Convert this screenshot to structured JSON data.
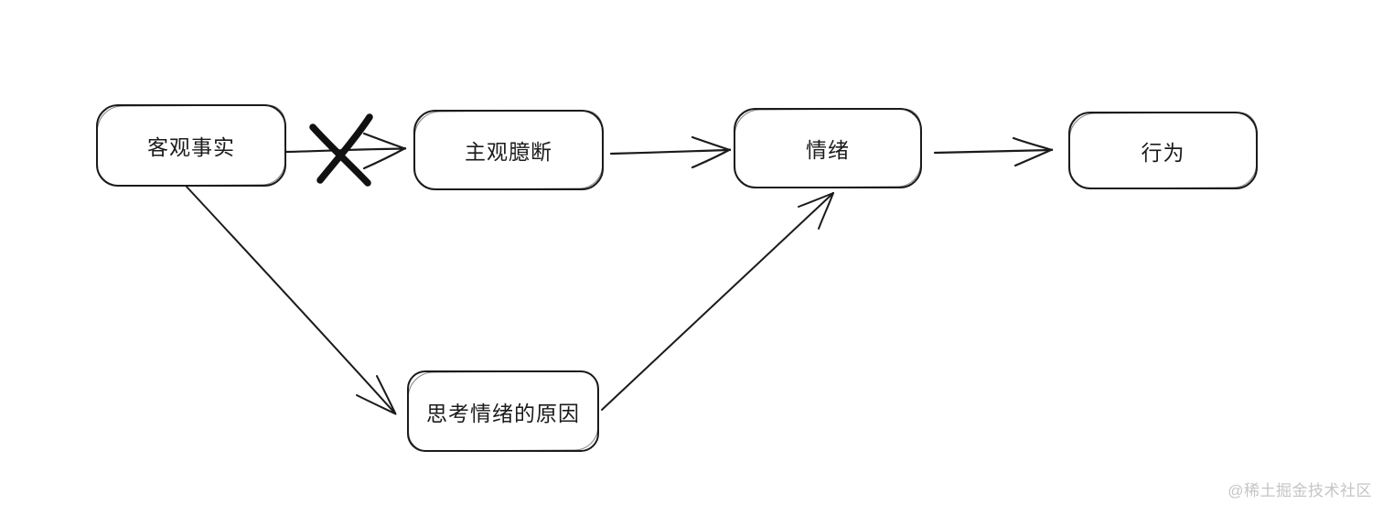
{
  "canvas": {
    "background": "#ffffff",
    "stroke_color": "#1b1b1b",
    "watermark_color": "#c5c5c5"
  },
  "diagram": {
    "nodes": [
      {
        "id": "objective-fact",
        "label": "客观事实"
      },
      {
        "id": "subjective-assumption",
        "label": "主观臆断"
      },
      {
        "id": "emotion",
        "label": "情绪"
      },
      {
        "id": "behavior",
        "label": "行为"
      },
      {
        "id": "think-emotion-cause",
        "label": "思考情绪的原因"
      }
    ],
    "edges": [
      {
        "from": "客观事实",
        "to": "主观臆断",
        "style": "crossed-out"
      },
      {
        "from": "主观臆断",
        "to": "情绪",
        "style": "plain"
      },
      {
        "from": "情绪",
        "to": "行为",
        "style": "plain"
      },
      {
        "from": "客观事实",
        "to": "思考情绪的原因",
        "style": "plain"
      },
      {
        "from": "思考情绪的原因",
        "to": "情绪",
        "style": "plain"
      }
    ]
  },
  "watermark": {
    "text": "@稀土掘金技术社区"
  }
}
